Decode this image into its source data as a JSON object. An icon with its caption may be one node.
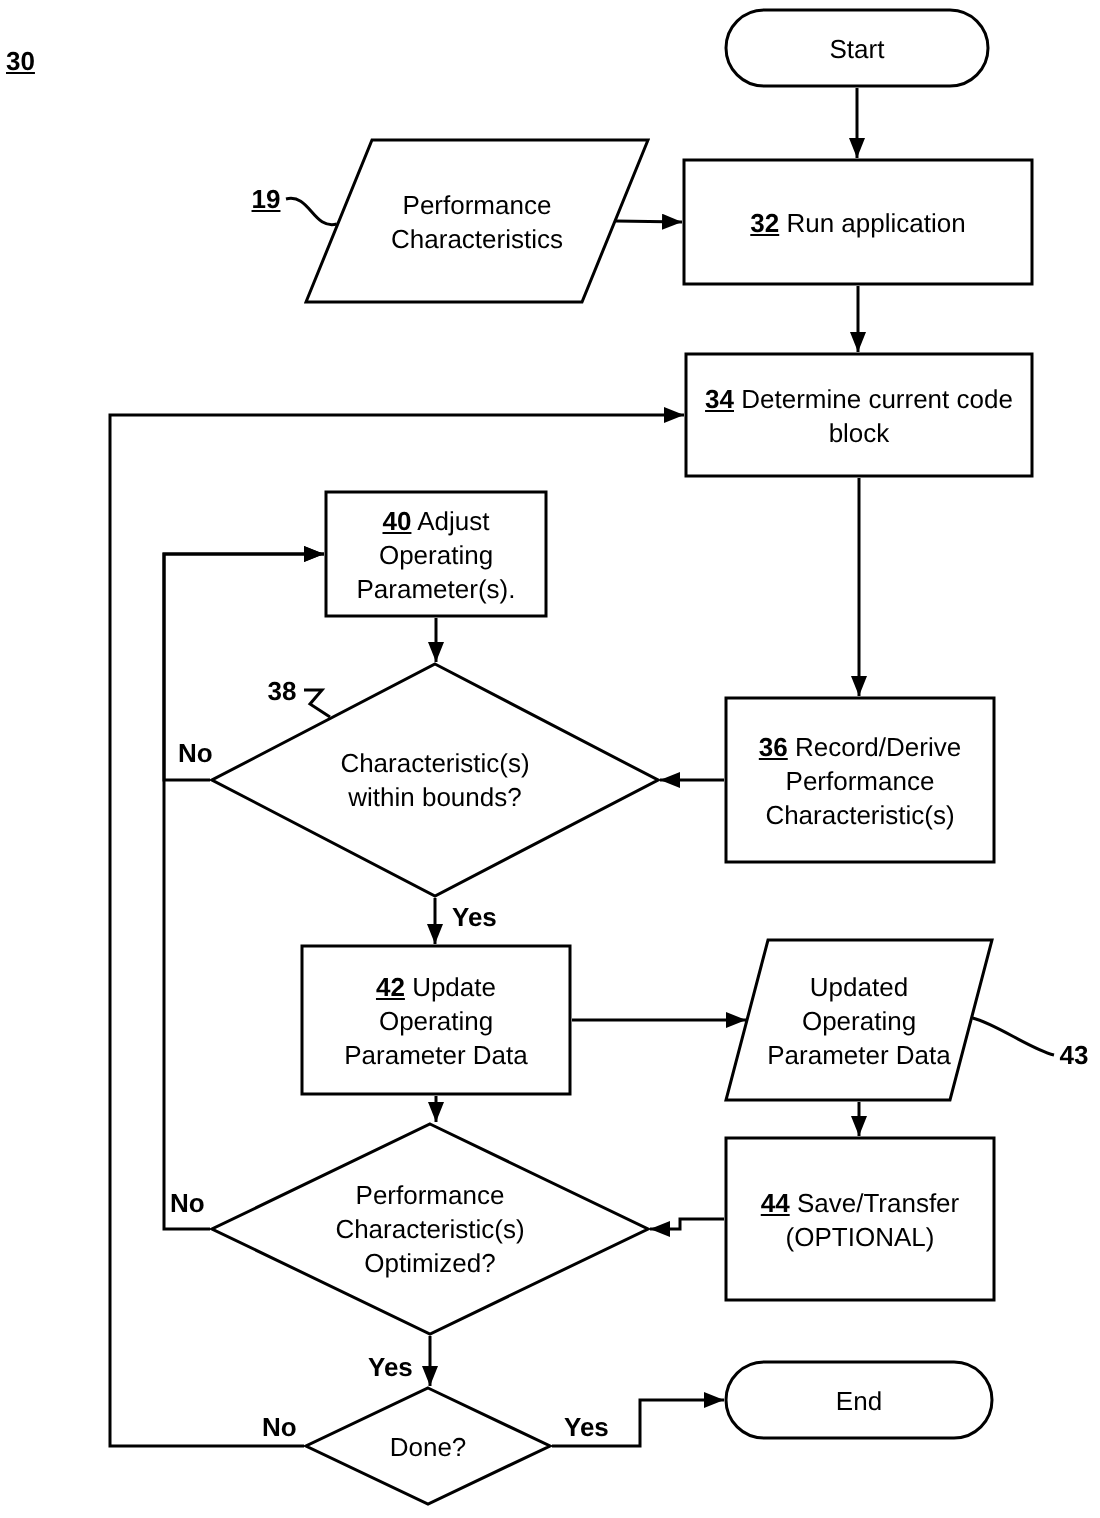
{
  "diagram": {
    "nodes": [
      {
        "text": [
          "Start"
        ]
      },
      {
        "text": [
          "Performance Characteristics"
        ]
      },
      {
        "text": [
          "**32** Run application"
        ]
      },
      {
        "text": [
          "**34** Determine current code block"
        ]
      },
      {
        "text": [
          "**40** Adjust Operating Parameter(s)."
        ]
      },
      {
        "text": [
          "Characteristic(s) within bounds?"
        ]
      },
      {
        "text": [
          "**36** Record/Derive Performance Characteristic(s)"
        ]
      },
      {
        "text": [
          "**42** Update Operating Parameter Data"
        ]
      },
      {
        "text": [
          "Updated Operating Parameter Data"
        ]
      },
      {
        "text": [
          "**44** Save/Transfer (OPTIONAL)"
        ]
      },
      {
        "text": [
          "Performance Characteristic(s) Optimized?"
        ]
      },
      {
        "text": [
          "Done?"
        ]
      },
      {
        "text": [
          "End"
        ]
      },
      {
        "text": [
          "19"
        ]
      },
      {
        "text": [
          "38"
        ]
      },
      {
        "text": [
          "43"
        ]
      }
    ],
    "edges": [
      {
        "from": 0,
        "to": 2,
        "arrow": "to"
      },
      {
        "from": 1,
        "to": 2,
        "arrow": "to"
      },
      {
        "from": 2,
        "to": 3,
        "arrow": "to"
      },
      {
        "from": 3,
        "to": 6,
        "arrow": "to"
      },
      {
        "from": 6,
        "to": 5,
        "arrow": "to"
      },
      {
        "from": 4,
        "to": 5,
        "arrow": "to"
      },
      {
        "from": 5,
        "to": 4,
        "arrow": "to",
        "label": "No"
      },
      {
        "from": 5,
        "to": 7,
        "arrow": "to",
        "label": "Yes"
      },
      {
        "from": 7,
        "to": 8,
        "arrow": "to"
      },
      {
        "from": 7,
        "to": 10,
        "arrow": "to"
      },
      {
        "from": 8,
        "to": 9,
        "arrow": "to"
      },
      {
        "from": 9,
        "to": 10,
        "arrow": "to"
      },
      {
        "from": 10,
        "to": 4,
        "arrow": "to",
        "label": "No"
      },
      {
        "from": 10,
        "to": 11,
        "arrow": "to",
        "label": "Yes"
      },
      {
        "from": 11,
        "to": 3,
        "arrow": "to",
        "label": "No"
      },
      {
        "from": 11,
        "to": 12,
        "arrow": "to",
        "label": "Yes"
      },
      {
        "from": 13,
        "to": 1,
        "arrow": "none"
      },
      {
        "from": 14,
        "to": 5,
        "arrow": "none"
      },
      {
        "from": 15,
        "to": 8,
        "arrow": "none"
      }
    ],
    "labels": [
      "30"
    ]
  }
}
